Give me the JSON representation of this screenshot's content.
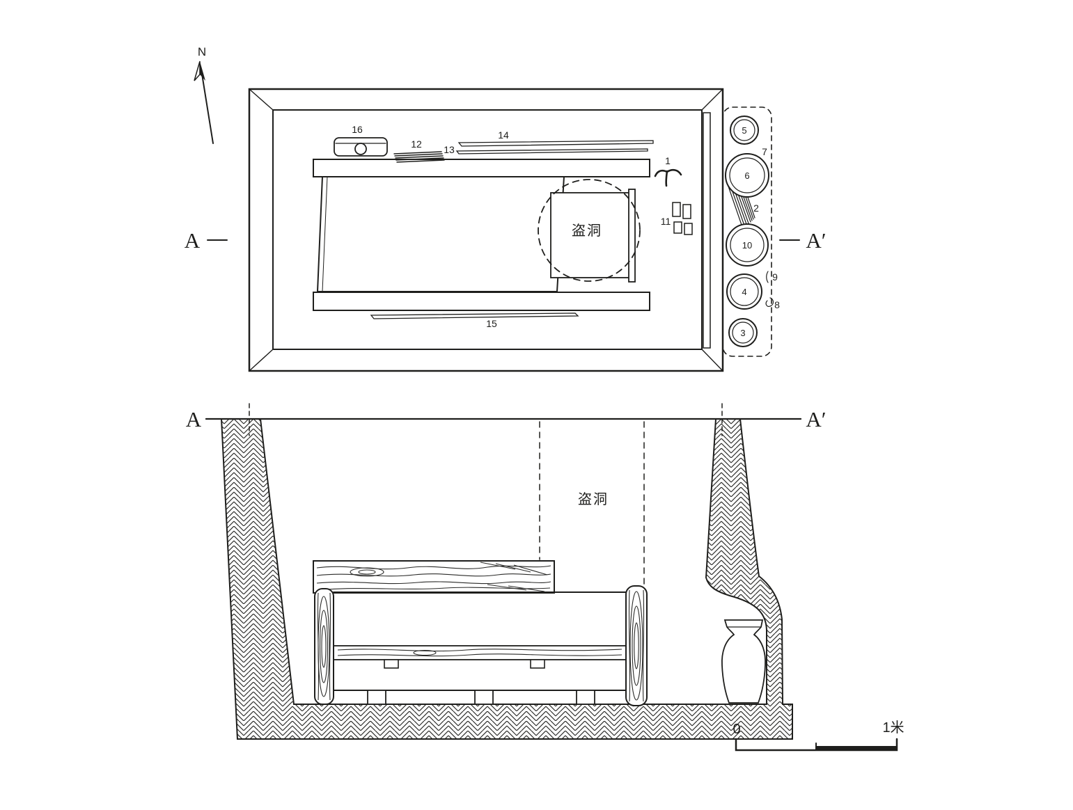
{
  "figure": {
    "background": "#ffffff",
    "ink_color": "#1e1e1c"
  },
  "compass": {
    "label": "N"
  },
  "plan": {
    "section_marker_left": "A",
    "section_marker_right": "A′",
    "robber_hole_label": "盗洞",
    "artifacts": {
      "a1": "1",
      "a11": "11",
      "a12": "12",
      "a13": "13",
      "a14": "14",
      "a15": "15",
      "a16": "16"
    },
    "vessels": {
      "v2": "2",
      "v3": "3",
      "v4": "4",
      "v5": "5",
      "v6": "6",
      "v7": "7",
      "v8": "8",
      "v9": "9",
      "v10": "10"
    }
  },
  "section": {
    "marker_left": "A",
    "marker_right": "A′",
    "robber_hole_label": "盗洞"
  },
  "scale_bar": {
    "zero_label": "0",
    "max_label": "1米"
  }
}
